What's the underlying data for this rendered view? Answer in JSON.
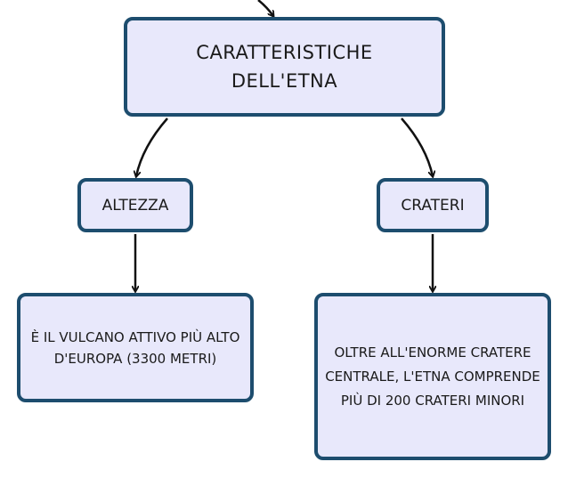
{
  "diagram": {
    "type": "concept-map",
    "colors": {
      "node_fill": "#e8e8fb",
      "node_border": "#1d4d6e",
      "arrow": "#111111",
      "text": "#1a1a1a"
    },
    "nodes": {
      "main": {
        "text": "CARATTERISTICHE DELL'ETNA"
      },
      "altezza": {
        "text": "ALTEZZA"
      },
      "crateri": {
        "text": "CRATERI"
      },
      "altezza_desc": {
        "text": "È IL VULCANO ATTIVO PIÙ ALTO D'EUROPA (3300 METRI)"
      },
      "crateri_desc": {
        "text": "OLTRE ALL'ENORME CRATERE CENTRALE, L'ETNA COMPRENDE PIÙ DI 200 CRATERI MINORI"
      }
    },
    "edges": [
      {
        "from": "(offscreen)",
        "to": "main"
      },
      {
        "from": "main",
        "to": "altezza"
      },
      {
        "from": "main",
        "to": "crateri"
      },
      {
        "from": "altezza",
        "to": "altezza_desc"
      },
      {
        "from": "crateri",
        "to": "crateri_desc"
      }
    ]
  }
}
